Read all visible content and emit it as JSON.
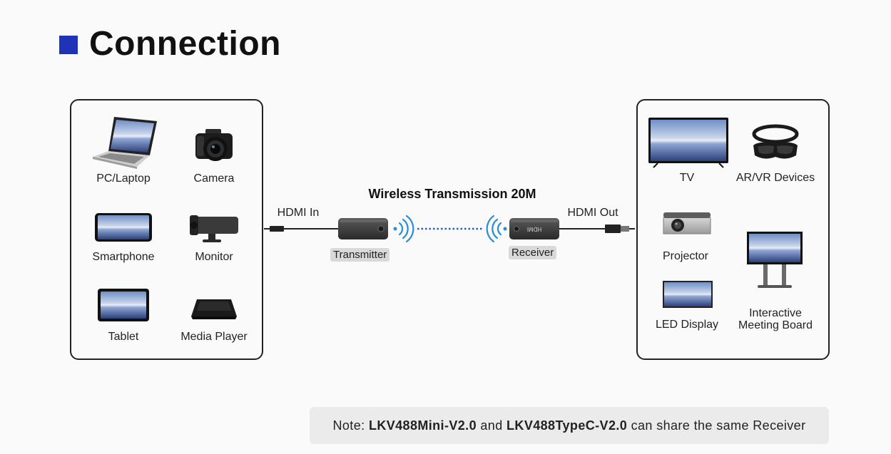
{
  "header": {
    "title": "Connection",
    "accent_color": "#1f33b8"
  },
  "sources": [
    {
      "label": "PC/Laptop",
      "icon": "laptop-icon"
    },
    {
      "label": "Camera",
      "icon": "camera-icon"
    },
    {
      "label": "Smartphone",
      "icon": "smartphone-icon"
    },
    {
      "label": "Monitor",
      "icon": "monitor-camera-icon"
    },
    {
      "label": "Tablet",
      "icon": "tablet-icon"
    },
    {
      "label": "Media Player",
      "icon": "media-player-icon"
    }
  ],
  "link": {
    "title": "Wireless Transmission 20M",
    "input_label": "HDMI In",
    "output_label": "HDMI Out",
    "transmitter_label": "Transmitter",
    "receiver_label": "Receiver",
    "receiver_print": "HDMI"
  },
  "displays": [
    {
      "label": "TV",
      "icon": "tv-icon"
    },
    {
      "label": "AR/VR Devices",
      "icon": "vr-headset-icon"
    },
    {
      "label": "Projector",
      "icon": "projector-icon"
    },
    {
      "label": "LED Display",
      "icon": "led-display-icon"
    },
    {
      "label_line1": "Interactive",
      "label_line2": "Meeting Board",
      "icon": "meeting-board-icon"
    }
  ],
  "note": {
    "prefix": "Note: ",
    "model_a": "LKV488Mini-V2.0",
    "joiner": " and ",
    "model_b": "LKV488TypeC-V2.0",
    "suffix": " can share the same Receiver"
  }
}
